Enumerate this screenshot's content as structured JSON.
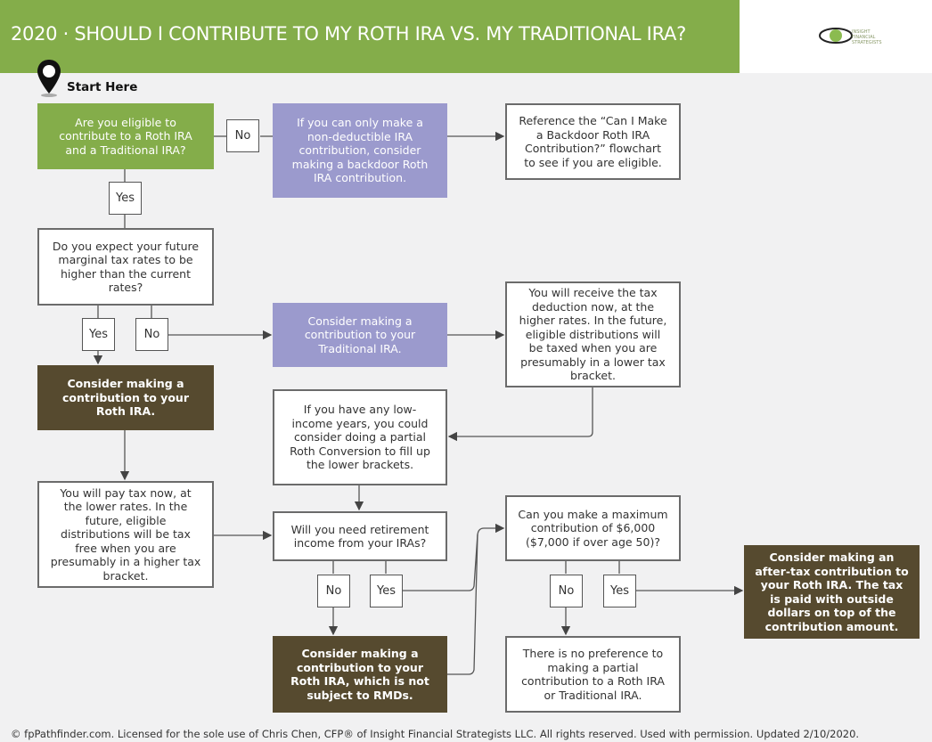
{
  "header": {
    "title": "2020 · SHOULD I CONTRIBUTE TO MY ROTH IRA VS. MY TRADITIONAL IRA?",
    "logo_text": [
      "INSIGHT",
      "FINANCIAL",
      "STRATEGISTS"
    ]
  },
  "start_label": "Start Here",
  "nodes": {
    "eligible": "Are you eligible to contribute to a Roth IRA and a Traditional IRA?",
    "backdoor": "If you can only make a non-deductible IRA contribution, consider making a backdoor Roth IRA contribution.",
    "reference": "Reference the “Can I Make a Backdoor Roth IRA Contribution?” flowchart to see if you are eligible.",
    "future_rates": "Do you expect your future marginal tax rates to be higher than the current rates?",
    "traditional": "Consider making a contribution to your Traditional IRA.",
    "deduction": "You will receive the tax deduction now, at the higher rates. In the future, eligible distributions will be taxed when you are presumably in a lower tax bracket.",
    "roth": "Consider making a contribution to your Roth IRA.",
    "low_income": "If you have any low-income years, you could consider doing a partial Roth Conversion to fill up the lower brackets.",
    "pay_tax": "You will pay tax now, at the lower rates. In the future, eligible distributions will be tax free when you are presumably in a higher tax bracket.",
    "retirement_income": "Will you need retirement income from your IRAs?",
    "roth_rmd": "Consider making a contribution to your Roth IRA, which is not subject to RMDs.",
    "max_contribution": "Can you make a maximum contribution of $6,000 ($7,000 if over age 50)?",
    "after_tax": "Consider making an after-tax contribution to your Roth IRA. The tax is paid with outside dollars on top of the contribution amount.",
    "no_preference": "There is no preference to making a partial contribution to a Roth IRA or Traditional IRA."
  },
  "labels": {
    "yes": "Yes",
    "no": "No"
  },
  "footer": "© fpPathfinder.com. Licensed for the sole use of Chris Chen, CFP® of Insight Financial Strategists LLC. All rights reserved. Used with permission. Updated 2/10/2020.",
  "colors": {
    "green": "#84ad4a",
    "purple": "#9b9acd",
    "dark": "#564a2f"
  }
}
